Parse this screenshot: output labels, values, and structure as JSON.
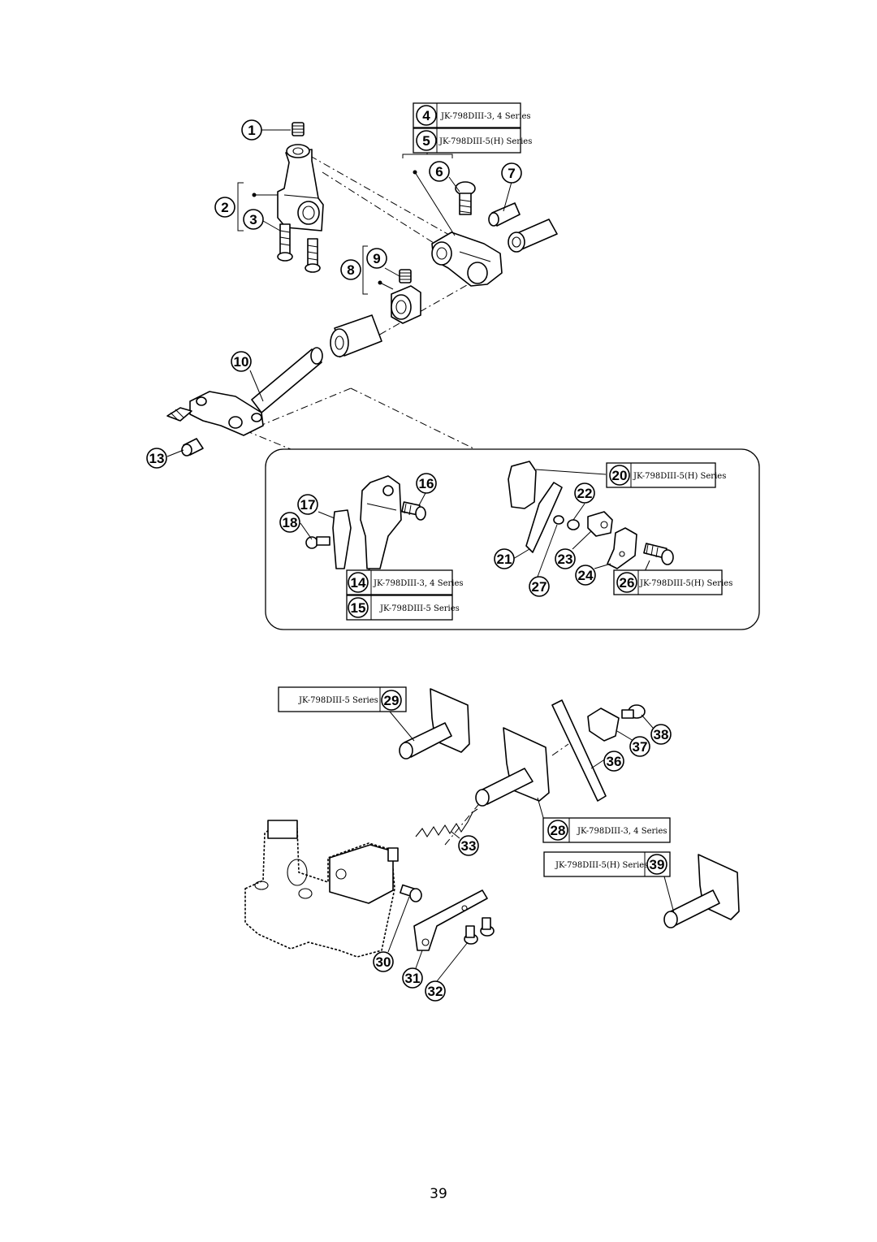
{
  "callouts": [
    "1",
    "2",
    "3",
    "4",
    "5",
    "6",
    "7",
    "8",
    "9",
    "10",
    "13",
    "14",
    "15",
    "16",
    "17",
    "18",
    "20",
    "21",
    "22",
    "23",
    "24",
    "26",
    "27",
    "28",
    "29",
    "30",
    "31",
    "32",
    "33",
    "36",
    "37",
    "38",
    "39"
  ],
  "series": {
    "s3": "JK-798DIII-3, 4 Series",
    "s4": "JK-798DIII-5(H) Series",
    "s14": "JK-798DIII-3, 4 Series",
    "s15": "JK-798DIII-5  Series",
    "s20": "JK-798DIII-5(H) Series",
    "s26": "JK-798DIII-5(H) Series",
    "s29": "JK-798DIII-5  Series",
    "s28": "JK-798DIII-3, 4 Series",
    "s39": "JK-798DIII-5(H) Series"
  },
  "page_number": "39"
}
